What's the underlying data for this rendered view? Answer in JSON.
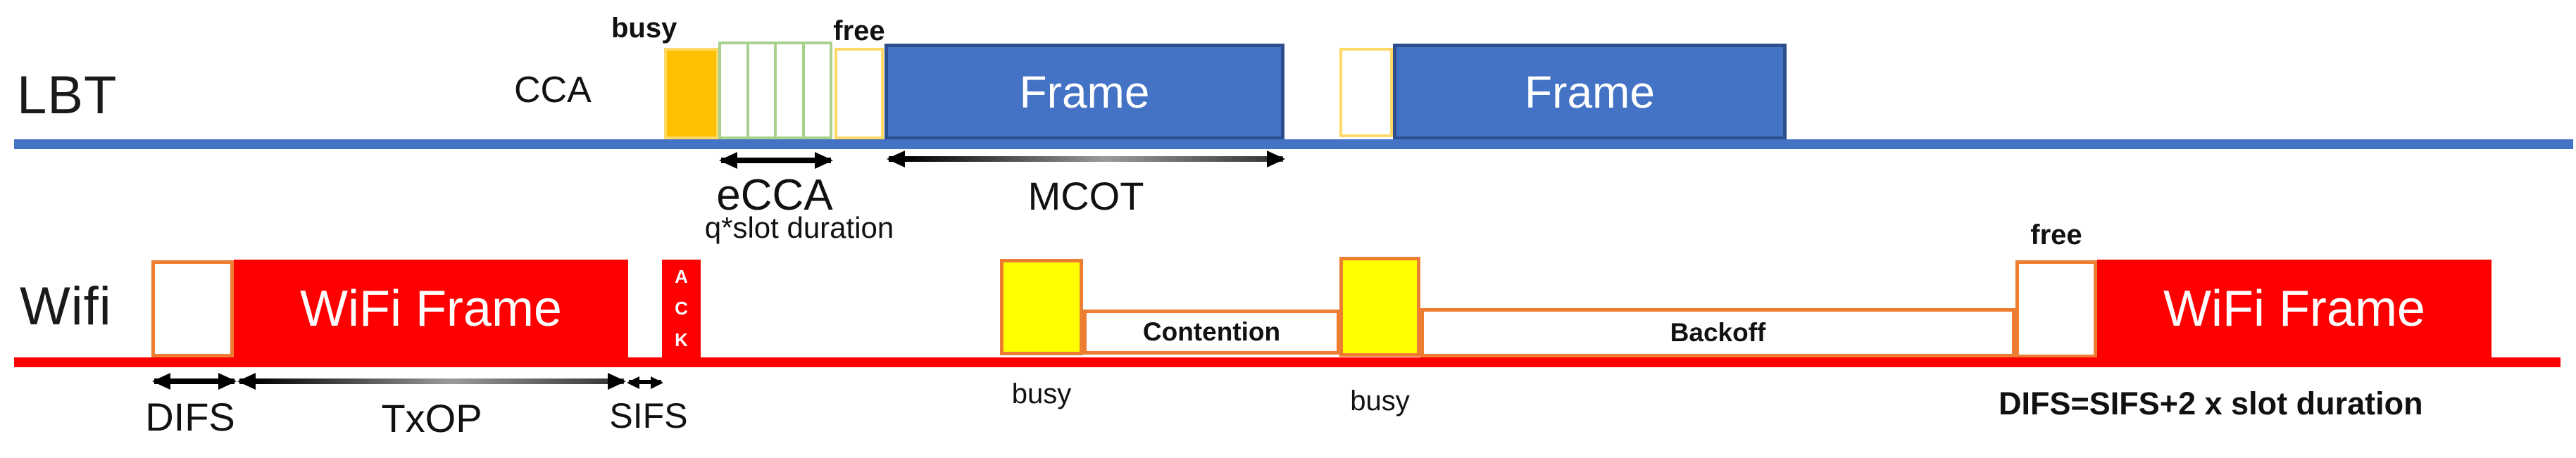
{
  "diagram_title": "LBT vs WiFi channel access timing diagram",
  "lbt": {
    "row_label": "LBT",
    "cca_label": "CCA",
    "busy_label": "busy",
    "free_label": "free",
    "ecca_slot_count": 4,
    "frame1_label": "Frame",
    "frame2_label": "Frame",
    "ecca_label": "eCCA",
    "ecca_sublabel": "q*slot duration",
    "mcot_label": "MCOT"
  },
  "wifi": {
    "row_label": "Wifi",
    "frame1_label": "WiFi Frame",
    "frame2_label": "WiFi Frame",
    "ack_label": "A\nC\nK",
    "difs_label": "DIFS",
    "txop_label": "TxOP",
    "sifs_label": "SIFS",
    "busy1_label": "busy",
    "busy2_label": "busy",
    "free_label": "free",
    "contention_label": "Contention",
    "backoff_label": "Backoff",
    "difs_equation": "DIFS=SIFS+2 x slot duration"
  },
  "colors": {
    "lbt_timeline": "#4472C4",
    "lbt_frame_fill": "#4472C4",
    "lbt_frame_border": "#2e4d8f",
    "busy_fill": "#FFC000",
    "busy_border": "#FFD966",
    "ecca_slot_border": "#A9D18E",
    "wifi_timeline": "#FF0000",
    "wifi_frame_fill": "#FF0000",
    "wifi_accent_border": "#ED7D31",
    "wifi_busy_fill": "#FFFF00",
    "text": "#111111"
  }
}
